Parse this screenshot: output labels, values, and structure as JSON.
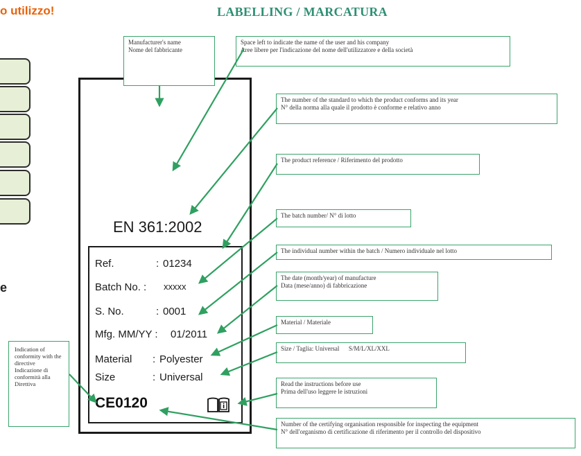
{
  "header": {
    "fragment_title": "o utilizzo!",
    "diagram_title": "LABELLING / MARCATURA"
  },
  "side_fragment": {
    "letter": "e"
  },
  "label": {
    "standard": "EN 361:2002",
    "rows": [
      {
        "key": "Ref.",
        "sep": ":",
        "value": "01234"
      },
      {
        "key": "Batch No. :",
        "sep": "",
        "value": "xxxxx"
      },
      {
        "key": "S. No.",
        "sep": ":",
        "value": "0001"
      },
      {
        "key": "Mfg. MM/YY :",
        "sep": "",
        "value": "01/2011"
      },
      {
        "key": "Material",
        "sep": ":",
        "value": "Polyester"
      },
      {
        "key": "Size",
        "sep": ":",
        "value": "Universal"
      }
    ],
    "ce_mark": "CE0120",
    "book_icon": "open-book-info-icon"
  },
  "callouts": {
    "manufacturer": "Manufacturer's name\nNome del fabbricante",
    "user_space": "Space left to indicate the name of the user and his company\nAree libere per l'indicazione del nome dell'utilizzatore e della società",
    "standard": "The number of the standard to which the product conforms and its year\nN° della norma alla quale il prodotto è conforme e relativo anno",
    "reference": "The product reference / Riferimento del prodotto",
    "batch": "The batch number/ N° di lotto",
    "individual": "The individual number within the batch / Numero individuale nel lotto",
    "date": "The date (month/year) of manufacture\nData (mese/anno) di fabbricazione",
    "material": "Material / Materiale",
    "size": "Size / Taglia: Universal      S/M/L/XL/XXL",
    "instructions": "Read the instructions before use\nPrima dell'uso leggere le istruzioni",
    "certifying": "Number of the certifying organisation responsible for inspecting the equipment\nN° dell'organismo di certificazione di riferimento per il controllo del dispositivo",
    "conformity": "Indication of conformity with the directive Indicazione di conformità alla Direttiva"
  },
  "colors": {
    "accent_orange": "#e8620a",
    "title_green": "#2f8f74",
    "callout_green": "#3aa36b",
    "arrow_green": "#2fa060"
  }
}
